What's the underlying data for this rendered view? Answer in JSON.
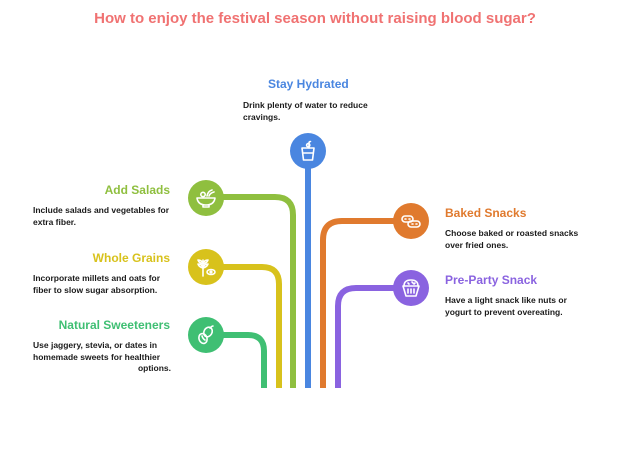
{
  "title": "How to enjoy the festival season without raising blood sugar?",
  "colors": {
    "title": "#f07272",
    "hydrated": "#4a86e0",
    "salads": "#8fbf3f",
    "grains": "#d8c21c",
    "sweeteners": "#3fbf73",
    "baked": "#e07a2e",
    "preparty": "#8a63e0"
  },
  "items": {
    "hydrated": {
      "heading": "Stay Hydrated",
      "desc_lines": [
        "Drink plenty of water to reduce",
        "cravings."
      ],
      "icon": "water-glass-icon"
    },
    "salads": {
      "heading": "Add Salads",
      "desc_lines": [
        "Include salads and vegetables for",
        "extra fiber."
      ],
      "icon": "salad-bowl-icon"
    },
    "grains": {
      "heading": "Whole Grains",
      "desc_lines": [
        "Incorporate millets and oats for",
        "fiber to slow sugar absorption."
      ],
      "icon": "grain-icon"
    },
    "sweeteners": {
      "heading": "Natural Sweeteners",
      "desc_lines": [
        "Use jaggery, stevia, or dates in",
        "homemade sweets for healthier",
        "options."
      ],
      "icon": "dates-icon"
    },
    "baked": {
      "heading": "Baked Snacks",
      "desc_lines": [
        "Choose baked or roasted snacks",
        "over fried ones."
      ],
      "icon": "baked-snacks-icon"
    },
    "preparty": {
      "heading": "Pre-Party Snack",
      "desc_lines": [
        "Have a light snack like nuts or",
        "yogurt to prevent overeating."
      ],
      "icon": "snack-bowl-icon"
    }
  }
}
